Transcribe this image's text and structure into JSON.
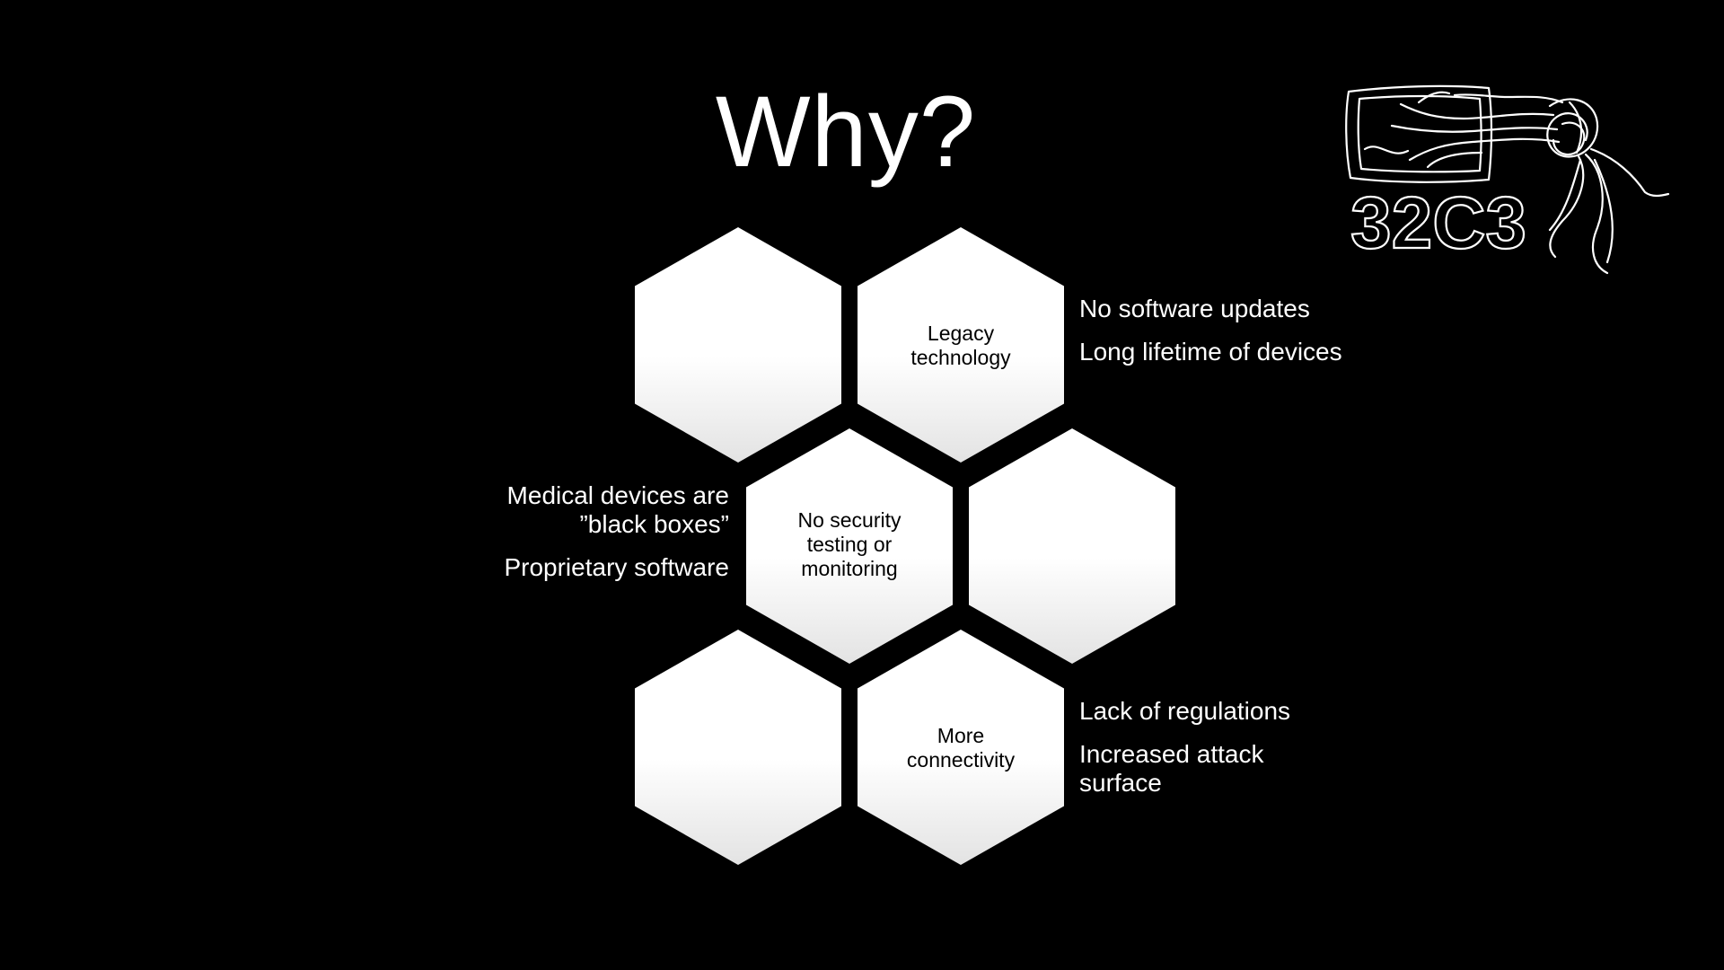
{
  "slide": {
    "title": "Why?",
    "logo": {
      "text": "32C3",
      "icon": "tangled-cable-logo-icon"
    },
    "hexagons": [
      {
        "name": "hex-top-left",
        "label_lines": []
      },
      {
        "name": "hex-legacy-technology",
        "label_lines": [
          "Legacy",
          "technology"
        ]
      },
      {
        "name": "hex-no-security-testing",
        "label_lines": [
          "No security",
          "testing or",
          "monitoring"
        ]
      },
      {
        "name": "hex-middle-right",
        "label_lines": []
      },
      {
        "name": "hex-bottom-left",
        "label_lines": []
      },
      {
        "name": "hex-more-connectivity",
        "label_lines": [
          "More",
          "connectivity"
        ]
      }
    ],
    "notes": {
      "legacy": [
        "No software updates",
        "Long lifetime of devices"
      ],
      "security": [
        "Medical devices are ”black boxes”",
        "Proprietary software"
      ],
      "connectivity": [
        "Lack of regulations",
        "Increased attack surface"
      ]
    },
    "colors": {
      "background": "#000000",
      "hex_fill_top": "#ffffff",
      "hex_fill_bottom": "#e6e6e6",
      "text": "#ffffff"
    }
  }
}
